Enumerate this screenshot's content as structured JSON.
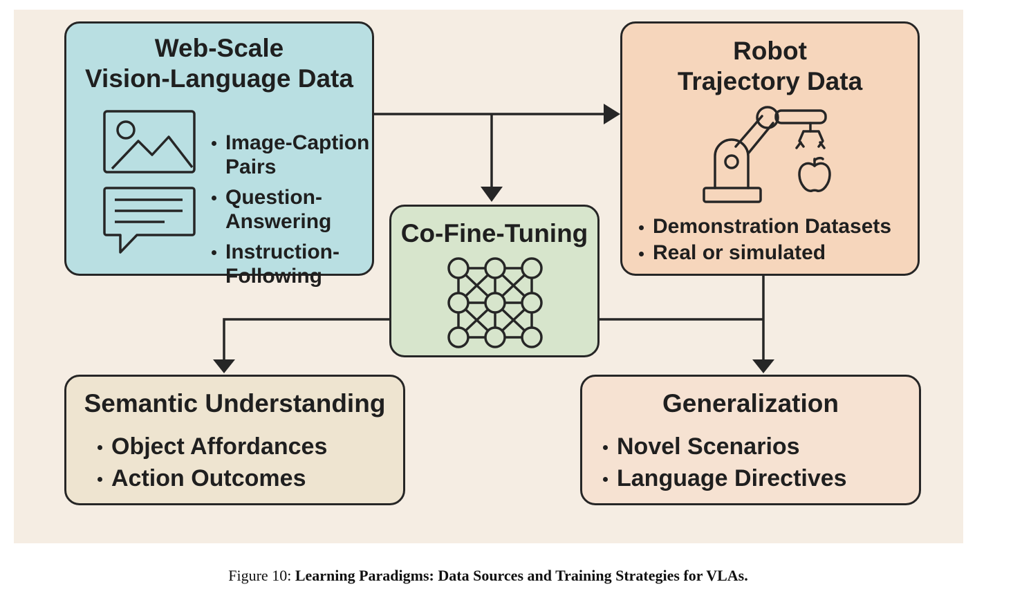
{
  "nodes": {
    "web": {
      "title_line1": "Web-Scale",
      "title_line2": "Vision-Language Data",
      "bullets": [
        {
          "line1": "Image-Caption",
          "line2": "Pairs"
        },
        {
          "line1": "Question-",
          "line2": "Answering"
        },
        {
          "line1": "Instruction-",
          "line2": "Following"
        }
      ],
      "icons": [
        "image-icon",
        "chat-bubble-icon"
      ],
      "color": "#b9dfe2"
    },
    "robot": {
      "title_line1": "Robot",
      "title_line2": "Trajectory Data",
      "bullets": [
        "Demonstration Datasets",
        "Real or simulated"
      ],
      "icons": [
        "robot-arm-icon",
        "apple-icon"
      ],
      "color": "#f6d6bc"
    },
    "cofine": {
      "title": "Co-Fine-Tuning",
      "icons": [
        "neural-network-icon"
      ],
      "color": "#d7e5cc"
    },
    "semantic": {
      "title": "Semantic Understanding",
      "bullets": [
        "Object Affordances",
        "Action Outcomes"
      ],
      "color": "#eee4d0"
    },
    "generalization": {
      "title": "Generalization",
      "bullets": [
        "Novel Scenarios",
        "Language Directives"
      ],
      "color": "#f6e2d2"
    }
  },
  "edges": [
    {
      "from": "web",
      "to": "robot"
    },
    {
      "from": "web",
      "to": "cofine"
    },
    {
      "from": "cofine",
      "to": "semantic"
    },
    {
      "from": "cofine",
      "to": "generalization"
    },
    {
      "from": "robot",
      "to": "generalization"
    }
  ],
  "caption": {
    "prefix": "Figure 10:",
    "text": "Learning Paradigms: Data Sources and Training Strategies for VLAs."
  }
}
